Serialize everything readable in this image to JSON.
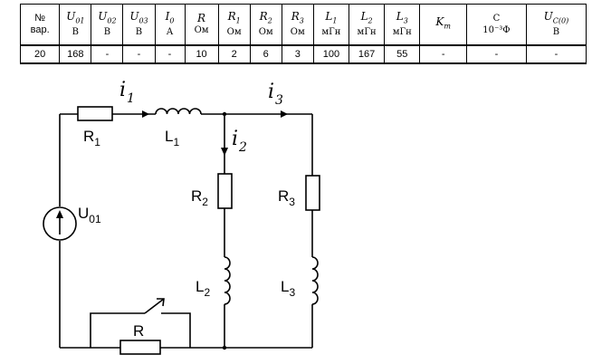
{
  "table": {
    "headers": [
      {
        "key": "no",
        "line1": "№",
        "line2": "вар."
      },
      {
        "key": "U01",
        "sym": "U",
        "sub": "01",
        "unit": "В"
      },
      {
        "key": "U02",
        "sym": "U",
        "sub": "02",
        "unit": "В"
      },
      {
        "key": "U03",
        "sym": "U",
        "sub": "03",
        "unit": "В"
      },
      {
        "key": "I0",
        "sym": "I",
        "sub": "0",
        "unit": "А"
      },
      {
        "key": "R",
        "sym": "R",
        "sub": "",
        "unit": "Ом"
      },
      {
        "key": "R1",
        "sym": "R",
        "sub": "1",
        "unit": "Ом"
      },
      {
        "key": "R2",
        "sym": "R",
        "sub": "2",
        "unit": "Ом"
      },
      {
        "key": "R3",
        "sym": "R",
        "sub": "3",
        "unit": "Ом"
      },
      {
        "key": "L1",
        "sym": "L",
        "sub": "1",
        "unit": "мГн"
      },
      {
        "key": "L2",
        "sym": "L",
        "sub": "2",
        "unit": "мГн"
      },
      {
        "key": "L3",
        "sym": "L",
        "sub": "3",
        "unit": "мГн"
      },
      {
        "key": "Km",
        "sym": "K",
        "sub": "m",
        "unit": ""
      },
      {
        "key": "C",
        "sym": "C",
        "sub": "",
        "unit": "10⁻³Ф"
      },
      {
        "key": "UC0",
        "sym": "U",
        "sub": "C(0)",
        "unit": "В"
      }
    ],
    "values": [
      "20",
      "168",
      "-",
      "-",
      "-",
      "10",
      "2",
      "6",
      "3",
      "100",
      "167",
      "55",
      "-",
      "-",
      "-"
    ]
  },
  "circuit": {
    "labels": {
      "i1": "i",
      "i1_sub": "1",
      "i2": "i",
      "i2_sub": "2",
      "i3": "i",
      "i3_sub": "3",
      "R1": "R",
      "R1_sub": "1",
      "L1": "L",
      "L1_sub": "1",
      "R2": "R",
      "R2_sub": "2",
      "L2": "L",
      "L2_sub": "2",
      "R3": "R",
      "R3_sub": "3",
      "L3": "L",
      "L3_sub": "3",
      "U01": "U",
      "U01_sub": "01",
      "R": "R"
    }
  }
}
